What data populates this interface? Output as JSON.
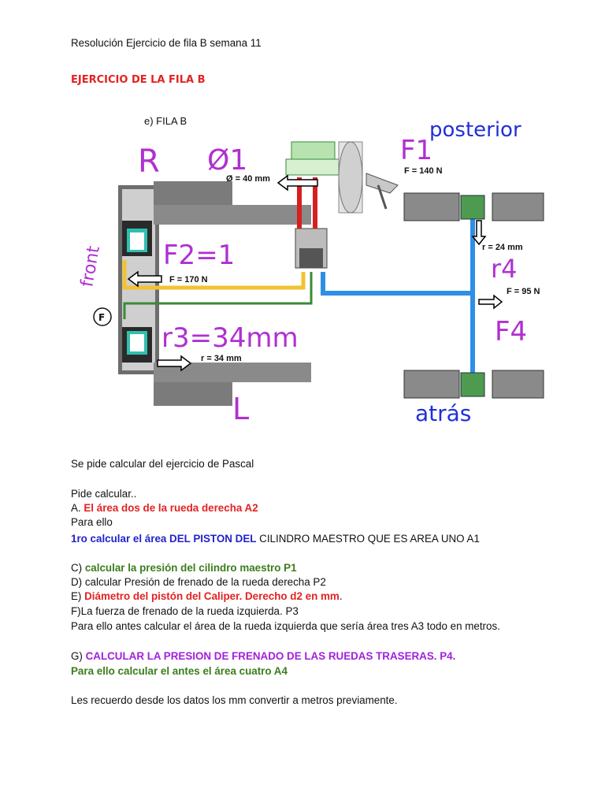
{
  "header": {
    "text": "Resolución Ejercicio de fila B semana 11"
  },
  "heading": {
    "text": "EJERCICIO DE LA FILA B"
  },
  "figure": {
    "label_e": "e)  FILA B",
    "dia1": "Ø = 40 mm",
    "f1": "F = 140 N",
    "f2": "F = 170 N",
    "r3": "r = 34 mm",
    "r4": "r = 24 mm",
    "f4": "F = 95 N",
    "hand_R": "R",
    "hand_phi": "Ø1",
    "hand_posterior": "posterior",
    "hand_F1": "F1",
    "hand_front": "front",
    "hand_F2": "F2=1",
    "hand_F": "F",
    "hand_r3": "r3=34mm",
    "hand_r4": "r4",
    "hand_F4": "F4",
    "hand_L": "L",
    "hand_atras": "atrás",
    "colors": {
      "blue_line": "#2f8fe6",
      "yellow_line": "#f2c232",
      "green_line": "#3a8a3a",
      "red_pipe": "#d62020",
      "pen_blue": "#2030d8",
      "pen_purple": "#b030d0"
    }
  },
  "body": {
    "l1": "Se pide calcular del ejercicio de Pascal",
    "l2": "Pide calcular..",
    "l3_prefix": "A. ",
    "l3_bold": "El área dos de la rueda derecha A2",
    "l4": "Para ello",
    "l5_blue": " 1ro calcular  el área DEL PISTON DEL",
    "l5_rest": " CILINDRO MAESTRO QUE ES AREA UNO A1",
    "l6_prefix": "C) ",
    "l6_bold": "calcular la presión del cilindro maestro P1",
    "l7": "D) calcular Presión de frenado de la rueda derecha P2",
    "l8_prefix": "E) ",
    "l8_bold": "Diámetro del pistón del Caliper. Derecho d2 en mm",
    "l8_suffix": ".",
    "l9": "F)La fuerza de frenado de la rueda izquierda. P3",
    "l10": "Para ello antes calcular el área de la rueda izquierda que sería área tres A3 todo en metros.",
    "l11_prefix": "G) ",
    "l11_bold": "CALCULAR LA PRESION DE FRENADO DE LAS RUEDAS TRASERAS. P4.",
    "l12": "Para ello calcular el antes el área cuatro A4",
    "l13": "Les recuerdo desde los datos los mm convertir a metros previamente."
  }
}
